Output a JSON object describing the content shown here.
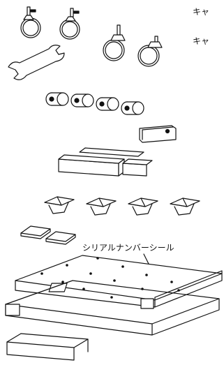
{
  "labels": {
    "caster_1": "キャ",
    "caster_2": "キャ",
    "serial_seal": "シリアルナンバーシール"
  },
  "colors": {
    "ink": "#111111",
    "paper": "#ffffff"
  },
  "icons": [
    "caster-icon",
    "wrench-icon",
    "bushing-icon",
    "bracket-icon",
    "rail-icon",
    "foot-pad-icon",
    "shim-icon",
    "panel-icon",
    "frame-icon",
    "channel-icon"
  ]
}
